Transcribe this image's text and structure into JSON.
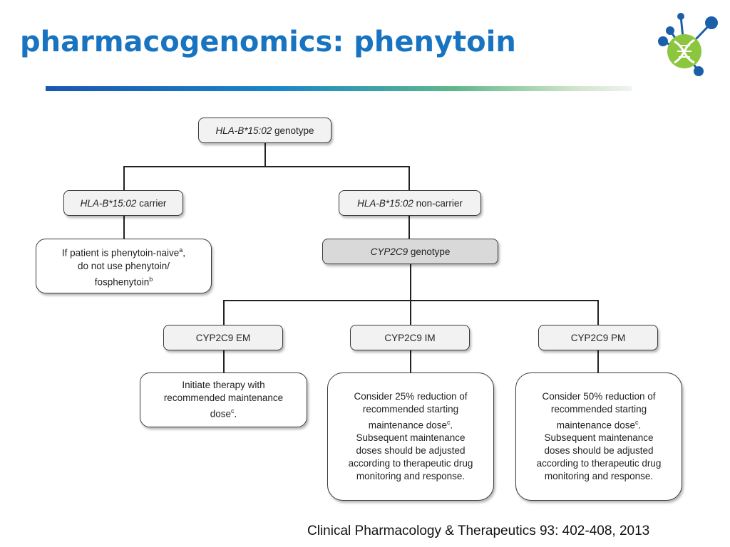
{
  "slide": {
    "title": "pharmacogenomics: phenytoin",
    "citation": "Clinical Pharmacology & Therapeutics 93: 402-408, 2013"
  },
  "diagram": {
    "root": {
      "italic": "HLA-B*15:02",
      "rest": " genotype"
    },
    "carrier": {
      "italic": "HLA-B*15:02",
      "rest": " carrier"
    },
    "noncarrier": {
      "italic": "HLA-B*15:02",
      "rest": " non-carrier"
    },
    "carrier_action": {
      "line1": "If patient is phenytoin-naive",
      "sup1": "a",
      "line1_end": ",",
      "line2": "do not use phenytoin/",
      "line3": "fosphenytoin",
      "sup3": "b"
    },
    "cyp_genotype": {
      "italic": "CYP2C9",
      "rest": " genotype"
    },
    "phenotypes": [
      {
        "label": "CYP2C9 EM"
      },
      {
        "label": "CYP2C9 IM"
      },
      {
        "label": "CYP2C9 PM"
      }
    ],
    "recommendations": {
      "em": {
        "text": "Initiate therapy with recommended maintenance dose",
        "sup": "c",
        "end": "."
      },
      "im": {
        "text1": "Consider 25% reduction of recommended starting maintenance dose",
        "sup": "c",
        "text2": ". Subsequent maintenance doses should be adjusted according to therapeutic drug monitoring and response."
      },
      "pm": {
        "text1": "Consider 50% reduction of recommended starting maintenance dose",
        "sup": "c",
        "text2": ". Subsequent maintenance doses should be adjusted according to therapeutic drug monitoring and response."
      }
    }
  },
  "colors": {
    "title": "#1874c0",
    "logo_green": "#8cc63f",
    "logo_blue": "#1a5fa8"
  },
  "icons": {
    "logo": "dna-molecule-logo"
  }
}
